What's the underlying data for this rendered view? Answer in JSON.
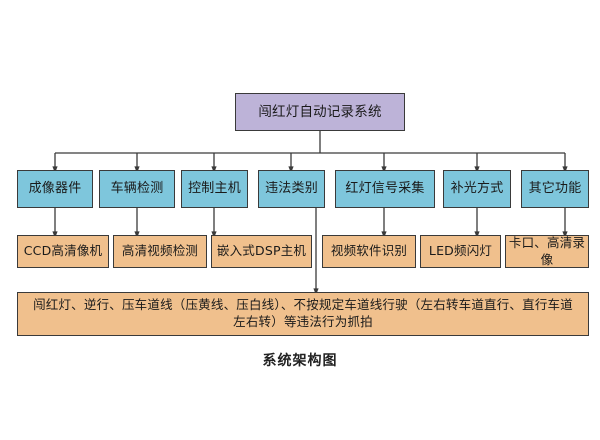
{
  "diagram": {
    "caption": "系统架构图",
    "colors": {
      "root_fill": "#bdb3d8",
      "level1_fill": "#7ec6dc",
      "level2_fill": "#f0c08d",
      "level3_fill": "#f0c08d",
      "border": "#3a3a3a",
      "connector": "#3a3a3a",
      "background": "#ffffff"
    },
    "root": {
      "label": "闯红灯自动记录系统"
    },
    "level1": [
      {
        "label": "成像器件"
      },
      {
        "label": "车辆检测"
      },
      {
        "label": "控制主机"
      },
      {
        "label": "违法类别"
      },
      {
        "label": "红灯信号采集"
      },
      {
        "label": "补光方式"
      },
      {
        "label": "其它功能"
      }
    ],
    "level2": [
      {
        "label": "CCD高清像机"
      },
      {
        "label": "高清视频检测"
      },
      {
        "label": "嵌入式DSP主机"
      },
      {
        "label": "视频软件识别"
      },
      {
        "label": "LED频闪灯"
      },
      {
        "label": "卡口、高清录像"
      }
    ],
    "level3": {
      "label": "闯红灯、逆行、压车道线（压黄线、压白线）、不按规定车道线行驶（左右转车道直行、直行车道左右转）等违法行为抓拍"
    }
  }
}
